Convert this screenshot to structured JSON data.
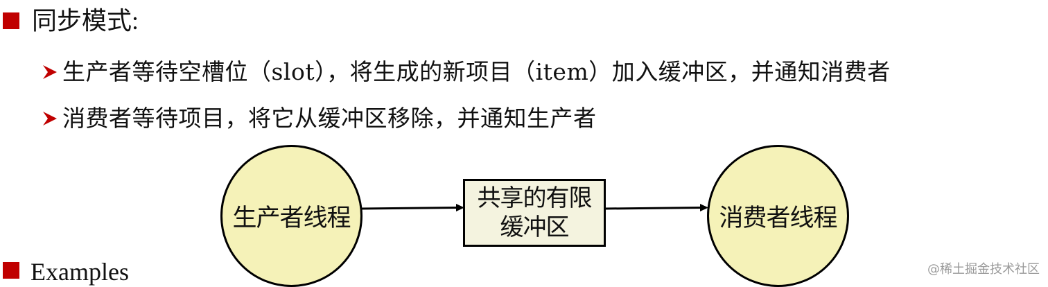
{
  "slide": {
    "bullets": [
      {
        "label": "同步模式:",
        "sub_bullets": [
          "生产者等待空槽位（slot），将生成的新项目（item）加入缓冲区，并通知消费者",
          "消费者等待项目，将它从缓冲区移除，并通知生产者"
        ]
      },
      {
        "label": "Examples"
      }
    ],
    "diagram": {
      "producer": "生产者线程",
      "buffer_line1": "共享的有限",
      "buffer_line2": "缓冲区",
      "consumer": "消费者线程",
      "edges": [
        {
          "from": "生产者线程",
          "to": "共享的有限缓冲区"
        },
        {
          "from": "共享的有限缓冲区",
          "to": "消费者线程"
        }
      ]
    },
    "colors": {
      "bullet": "#c00000",
      "node_fill": "#f5f2b8",
      "box_fill": "#f4f3df"
    },
    "watermark": "@稀土掘金技术社区"
  }
}
